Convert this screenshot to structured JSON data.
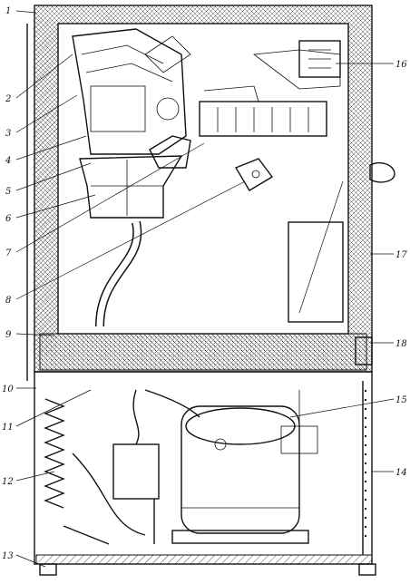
{
  "figure": {
    "callouts": [
      {
        "id": "c1",
        "text": "1"
      },
      {
        "id": "c2",
        "text": "2"
      },
      {
        "id": "c3",
        "text": "3"
      },
      {
        "id": "c4",
        "text": "4"
      },
      {
        "id": "c5",
        "text": "5"
      },
      {
        "id": "c6",
        "text": "6"
      },
      {
        "id": "c7",
        "text": "7"
      },
      {
        "id": "c8",
        "text": "8"
      },
      {
        "id": "c9",
        "text": "9"
      },
      {
        "id": "c10",
        "text": "10"
      },
      {
        "id": "c11",
        "text": "11"
      },
      {
        "id": "c12",
        "text": "12"
      },
      {
        "id": "c13",
        "text": "13"
      },
      {
        "id": "c14",
        "text": "14"
      },
      {
        "id": "c15",
        "text": "15"
      },
      {
        "id": "c16",
        "text": "16"
      },
      {
        "id": "c17",
        "text": "17"
      },
      {
        "id": "c18",
        "text": "18"
      }
    ]
  }
}
